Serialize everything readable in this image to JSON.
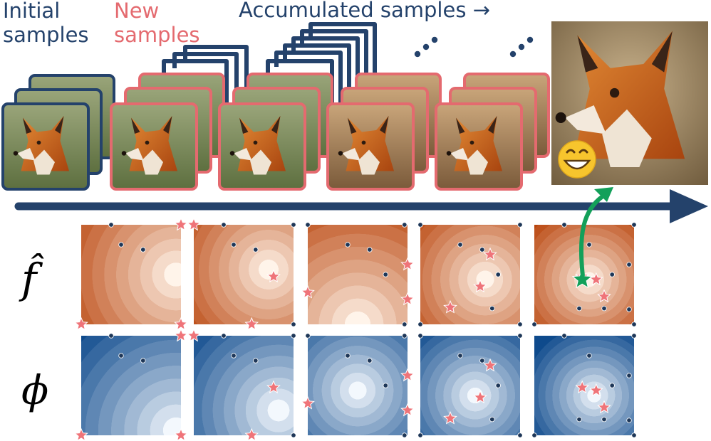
{
  "labels": {
    "initial": "Initial\nsamples",
    "new": "New\nsamples",
    "accumulated": "Accumulated samples →",
    "ellipsis": "⋰"
  },
  "rows": {
    "f_hat": {
      "symbol": "f̂"
    },
    "phi": {
      "symbol": "ϕ"
    }
  },
  "colors": {
    "navy": "#24426b",
    "pink": "#e46a6f",
    "orange": "#cc4e0e",
    "blue": "#1f5b9c",
    "green": "#13a05a",
    "star": "#ef7479"
  },
  "icons": {
    "final_image_emoji": "grinning-face-emoji",
    "best_sample": "green-star-icon",
    "new_sample": "pink-star-icon",
    "old_sample": "navy-dot-icon"
  }
}
